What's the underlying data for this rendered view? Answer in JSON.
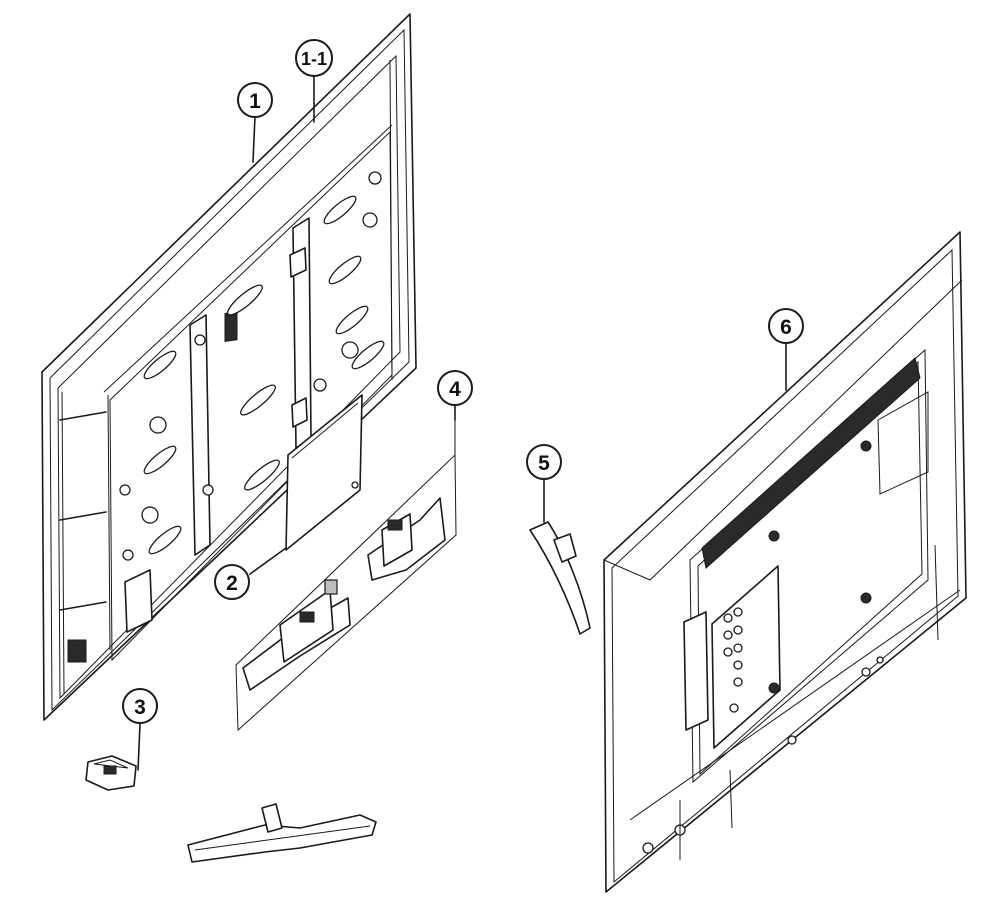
{
  "callouts": [
    {
      "id": "1",
      "label": "1"
    },
    {
      "id": "1-1",
      "label": "1-1"
    },
    {
      "id": "2",
      "label": "2"
    },
    {
      "id": "3",
      "label": "3"
    },
    {
      "id": "4",
      "label": "4"
    },
    {
      "id": "5",
      "label": "5"
    },
    {
      "id": "6",
      "label": "6"
    }
  ]
}
